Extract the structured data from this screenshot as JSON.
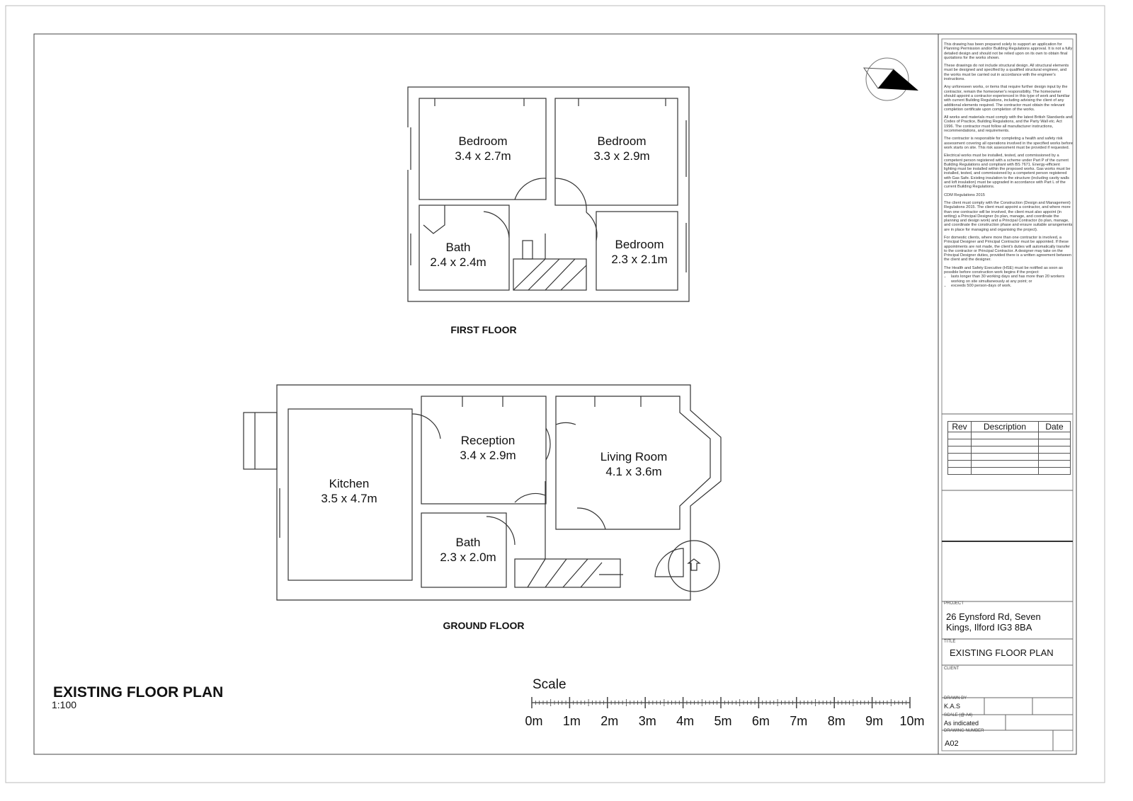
{
  "floors": {
    "first": {
      "label": "FIRST FLOOR",
      "rooms": [
        {
          "name": "Bedroom",
          "size": "3.4 x 2.7m"
        },
        {
          "name": "Bedroom",
          "size": "3.3 x 2.9m"
        },
        {
          "name": "Bath",
          "size": "2.4 x 2.4m"
        },
        {
          "name": "Bedroom",
          "size": "2.3 x 2.1m"
        }
      ]
    },
    "ground": {
      "label": "GROUND FLOOR",
      "rooms": [
        {
          "name": "Kitchen",
          "size": "3.5 x 4.7m"
        },
        {
          "name": "Reception",
          "size": "3.4 x 2.9m"
        },
        {
          "name": "Living Room",
          "size": "4.1 x 3.6m"
        },
        {
          "name": "Bath",
          "size": "2.3 x 2.0m"
        }
      ]
    }
  },
  "drawing_title": "EXISTING FLOOR PLAN",
  "drawing_scale": "1:100",
  "scale_bar": {
    "title": "Scale",
    "ticks": [
      "0m",
      "1m",
      "2m",
      "3m",
      "4m",
      "5m",
      "6m",
      "7m",
      "8m",
      "9m",
      "10m"
    ]
  },
  "notes": [
    "This drawing has been prepared solely to support an application for Planning Permission and/or Building Regulations approval. It is not a fully detailed design and should not be relied upon on its own to obtain final quotations for the works shown.",
    "These drawings do not include structural design. All structural elements must be designed and specified by a qualified structural engineer, and the works must be carried out in accordance with the engineer's instructions.",
    "Any unforeseen works, or items that require further design input by the contractor, remain the homeowner's responsibility. The homeowner should appoint a contractor experienced in this type of work and familiar with current Building Regulations, including advising the client of any additional elements required. The contractor must obtain the relevant completion certificate upon completion of the works.",
    "All works and materials must comply with the latest British Standards and Codes of Practice, Building Regulations, and the Party Wall etc. Act 1996. The contractor must follow all manufacturer instructions, recommendations, and requirements.",
    "The contractor is responsible for completing a health and safety risk assessment covering all operations involved in the specified works before work starts on site. This risk assessment must be provided if requested.",
    "Electrical works must be installed, tested, and commissioned by a competent person registered with a scheme under Part P of the current Building Regulations and compliant with BS 7671. Energy-efficient lighting must be installed within the proposed works. Gas works must be installed, tested, and commissioned by a competent person registered with Gas Safe. Existing insulation to the structure (including cavity walls and loft insulation) must be upgraded in accordance with Part L of the current Building Regulations.",
    "CDM Regulations 2015",
    "The client must comply with the Construction (Design and Management) Regulations 2015. The client must appoint a contractor, and where more than one contractor will be involved, the client must also appoint (in writing) a Principal Designer (to plan, manage, and coordinate the planning and design work) and a Principal Contractor (to plan, manage, and coordinate the construction phase and ensure suitable arrangements are in place for managing and organising the project).",
    "For domestic clients, where more than one contractor is involved, a Principal Designer and Principal Contractor must be appointed. If these appointments are not made, the client's duties will automatically transfer to the contractor or Principal Contractor. A designer may take on the Principal Designer duties, provided there is a written agreement between the client and the designer.",
    "The Health and Safety Executive (HSE) must be notified as soon as possible before construction work begins if the project:"
  ],
  "notes_bullets": [
    "lasts longer than 30 working days and has more than 20 workers working on site simultaneously at any point; or",
    "exceeds 500 person-days of work."
  ],
  "revisions": {
    "headers": [
      "Rev",
      "Description",
      "Date"
    ]
  },
  "title_block": {
    "project_label": "PROJECT",
    "project_line1": "26 Eynsford Rd, Seven",
    "project_line2": "Kings, Ilford IG3 8BA",
    "title_label": "TITLE",
    "title": "EXISTING FLOOR PLAN",
    "client_label": "CLIENT",
    "drawn_by_label": "DRAWN BY",
    "drawn_by": "K.A.S",
    "scale_label": "SCALE (@ A4)",
    "scale": "As indicated",
    "drawing_number_label": "DRAWING NUMBER",
    "drawing_number": "A02"
  }
}
